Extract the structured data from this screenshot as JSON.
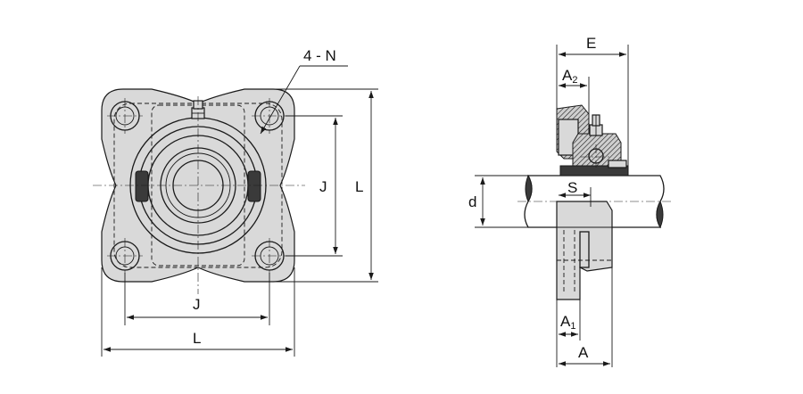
{
  "labels": {
    "n": "4 - N",
    "j_vertical": "J",
    "l_vertical": "L",
    "j_horizontal": "J",
    "l_horizontal": "L",
    "e": "E",
    "a2_base": "A",
    "a2_sub": "2",
    "s": "S",
    "d": "d",
    "a1_base": "A",
    "a1_sub": "1",
    "a": "A"
  },
  "colors": {
    "line": "#1a1a1a",
    "fill": "#d9d9d9",
    "dark": "#3a3a3a",
    "background": "#ffffff"
  }
}
